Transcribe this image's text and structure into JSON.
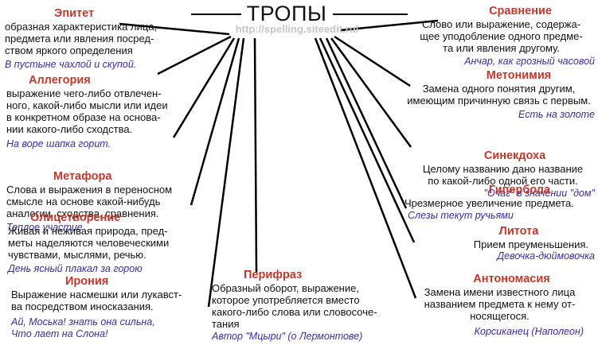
{
  "diagram": {
    "title": "ТРОПЫ",
    "watermark": "http://spelling.siteedit.ru/",
    "tropes": [
      {
        "id": "epithet",
        "name": "Эпитет",
        "description": "образная характеристика лица,\nпредмета или явления посред-\nством яркого определения",
        "example": "В пустыне чахлой и скупой."
      },
      {
        "id": "allegory",
        "name": "Аллегория",
        "description": "выражение чего-либо отвлечен-\nного, какой-либо мысли или идеи\nв конкретном образе на основа-\nнии какого-либо сходства.",
        "example": "На воре шапка горит."
      },
      {
        "id": "metaphor",
        "name": "Метафора",
        "description": "Слова и выражения в переносном\nсмысле на основе какой-нибудь\nаналогии, сходства, сравнения.",
        "example": "Теплое участие"
      },
      {
        "id": "personification",
        "name": "Олицетворение",
        "description": "Живая и неживая природа, пред-\nметы наделяются человеческими\nчувствами, мыслями, речью.",
        "example": "День ясный плакал за горою"
      },
      {
        "id": "irony",
        "name": "Ирония",
        "description": "Выражение насмешки или лукавст-\nва посредством иносказания.",
        "example": "Ай, Моська! знать она сильна,\nЧто лает на Слона!"
      },
      {
        "id": "periphrasis",
        "name": "Перифраз",
        "description": "Образный оборот, выражение,\nкоторое употребляется вместо\nкакого-либо слова или словосоче-\nтания",
        "example": "Автор \"Мцыри\" (о Лермонтове)"
      },
      {
        "id": "comparison",
        "name": "Сравнение",
        "description": "Слово или выражение, содержа-\nщее уподобление одного предме-\nта или явления другому.",
        "example": "Анчар, как грозный часовой"
      },
      {
        "id": "metonymy",
        "name": "Метонимия",
        "description": "Замена одного понятия другим,\nимеющим причинную связь с первым.",
        "example": "Есть на золоте"
      },
      {
        "id": "synecdoche",
        "name": "Синекдоха",
        "description": "Целому названию дано название\nпо какой-либо одной его части.",
        "example": "\"Очаг\" в значении \"дом\""
      },
      {
        "id": "hyperbole",
        "name": "Гипербола",
        "description": "Чрезмерное увеличение предмета.",
        "example": "Слезы текут ручьями"
      },
      {
        "id": "litotes",
        "name": "Литота",
        "description": "Прием преуменьшения.",
        "example": "Девочка-дюймовочка"
      },
      {
        "id": "antonomasia",
        "name": "Антономасия",
        "description": "Замена имени известного лица\nназванием предмета к нему от-\nносящегося.",
        "example": "Корсиканец (Наполеон)"
      }
    ]
  }
}
